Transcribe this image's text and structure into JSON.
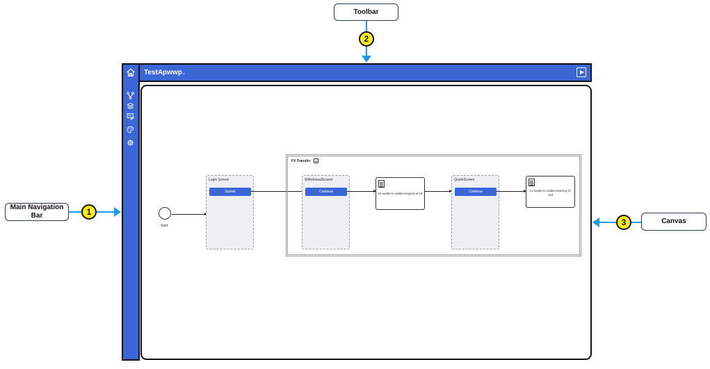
{
  "callouts": {
    "toolbar": {
      "label": "Toolbar",
      "number": "2"
    },
    "navigation": {
      "label": "Main Navigation Bar",
      "number": "1"
    },
    "canvas": {
      "label": "Canvas",
      "number": "3"
    }
  },
  "navbar": {
    "items": [
      {
        "icon": "home-icon"
      },
      {
        "icon": "flow-icon"
      },
      {
        "icon": "layers-icon"
      },
      {
        "icon": "screen-edit-icon"
      },
      {
        "icon": "palette-icon"
      },
      {
        "icon": "settings-icon"
      }
    ]
  },
  "toolbar": {
    "project_name": "TestApwwp",
    "chevron": "⌄",
    "run_icon": "play-icon"
  },
  "flow": {
    "start_label": "Start",
    "login_screen": {
      "title": "Login Screen",
      "button": "Submit"
    },
    "group": {
      "title": "FX Transfer"
    },
    "withdrawal_screen": {
      "title": "WithdrawalScreen",
      "button": "Continue"
    },
    "api_request": {
      "label": "e1-wallet-to-wallet-request-xf-v4"
    },
    "quote_screen": {
      "title": "QuoteScreen",
      "button": "Continue"
    },
    "api_clearing": {
      "label": "e1-wallet-to-wallet-clearing-xf-v18"
    }
  },
  "colors": {
    "accent": "#3a66d6",
    "callout_marker": "#ffee1a",
    "connector": "#1e9be8"
  }
}
